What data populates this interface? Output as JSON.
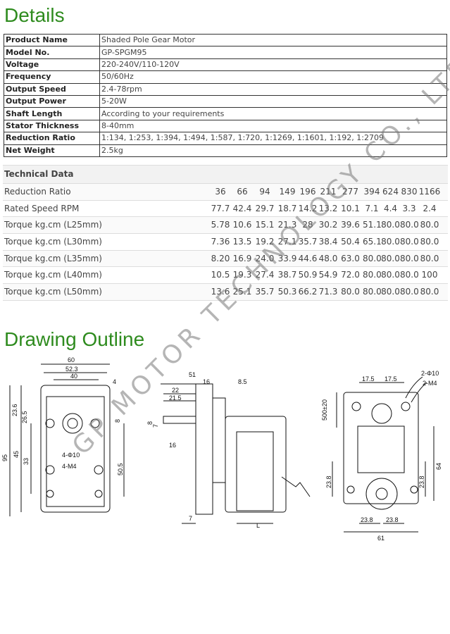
{
  "details_title": "Details",
  "specs": [
    {
      "k": "Product Name",
      "v": "Shaded Pole Gear Motor"
    },
    {
      "k": "Model No.",
      "v": "GP-SPGM95"
    },
    {
      "k": "Voltage",
      "v": "220-240V/110-120V"
    },
    {
      "k": "Frequency",
      "v": "50/60Hz"
    },
    {
      "k": "Output Speed",
      "v": "2.4-78rpm"
    },
    {
      "k": "Output Power",
      "v": "5-20W"
    },
    {
      "k": "Shaft Length",
      "v": "According to your requirements"
    },
    {
      "k": "Stator Thickness",
      "v": "8-40mm"
    },
    {
      "k": "Reduction Ratio",
      "v": "1:134, 1:253, 1:394, 1:494, 1:587, 1:720, 1:1269, 1:1601, 1:192, 1:2709"
    },
    {
      "k": "Net Weight",
      "v": "2.5kg"
    }
  ],
  "tech": {
    "title": "Technical Data",
    "rows": [
      {
        "label": "Reduction Ratio",
        "cells": [
          "36",
          "66",
          "94",
          "149",
          "196",
          "211",
          "277",
          "394",
          "624",
          "830",
          "1166"
        ]
      },
      {
        "label": "Rated Speed RPM",
        "cells": [
          "77.7",
          "42.4",
          "29.7",
          "18.7",
          "14.2",
          "13.2",
          "10.1",
          "7.1",
          "4.4",
          "3.3",
          "2.4"
        ]
      },
      {
        "label": "Torque kg.cm (L25mm)",
        "cells": [
          "5.78",
          "10.6",
          "15.1",
          "21.3",
          "28",
          "30.2",
          "39.6",
          "51.1",
          "80.0",
          "80.0",
          "80.0"
        ]
      },
      {
        "label": "Torque kg.cm (L30mm)",
        "cells": [
          "7.36",
          "13.5",
          "19.2",
          "27.1",
          "35.7",
          "38.4",
          "50.4",
          "65.1",
          "80.0",
          "80.0",
          "80.0"
        ]
      },
      {
        "label": "Torque kg.cm (L35mm)",
        "cells": [
          "8.20",
          "16.9",
          "24.0",
          "33.9",
          "44.6",
          "48.0",
          "63.0",
          "80.0",
          "80.0",
          "80.0",
          "80.0"
        ]
      },
      {
        "label": "Torque kg.cm (L40mm)",
        "cells": [
          "10.5",
          "19.3",
          "27.4",
          "38.7",
          "50.9",
          "54.9",
          "72.0",
          "80.0",
          "80.0",
          "80.0",
          "100"
        ]
      },
      {
        "label": "Torque kg.cm (L50mm)",
        "cells": [
          "13.6",
          "25.1",
          "35.7",
          "50.3",
          "66.2",
          "71.3",
          "80.0",
          "80.0",
          "80.0",
          "80.0",
          "80.0"
        ]
      }
    ]
  },
  "drawing_title": "Drawing Outline",
  "watermark": "GP MOTOR TECHNOLOGY CO., LTD.",
  "drawing": {
    "front": {
      "w60": "60",
      "w523": "52.3",
      "w40": "40",
      "d4": "4",
      "h236": "23.6",
      "h265": "26.5",
      "h95": "95",
      "h45": "45",
      "h33": "33",
      "h505": "50.5",
      "d8": "8",
      "d10": "4-Φ10",
      "m4": "4-M4"
    },
    "side": {
      "d51": "51",
      "d16a": "16",
      "d85": "8.5",
      "d22": "22",
      "d215": "21.5",
      "d8": "8",
      "d7a": "7",
      "d16b": "16",
      "d7b": "7",
      "dL": "L"
    },
    "end": {
      "d175a": "17.5",
      "d175b": "17.5",
      "d2phi": "2-Φ10",
      "d2m4": "2-M4",
      "d500": "500±20",
      "d238l": "23.8",
      "d238r": "23.8",
      "d64": "64",
      "d238a": "23.8",
      "d238b": "23.8",
      "d61": "61"
    }
  }
}
